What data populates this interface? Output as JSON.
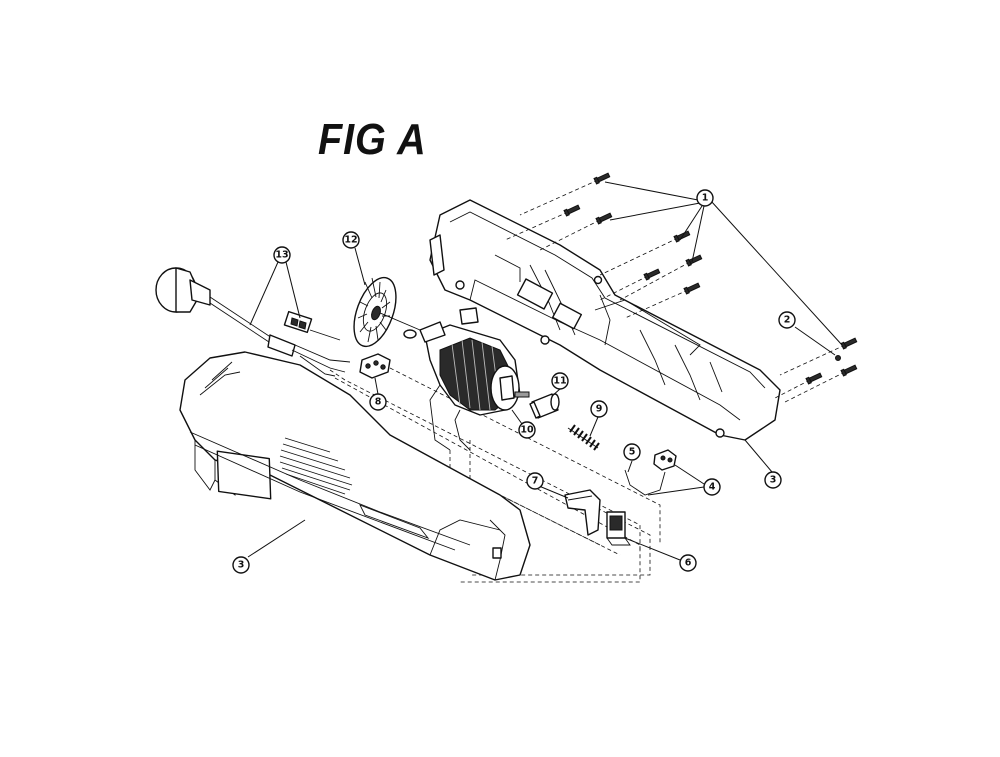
{
  "figure": {
    "title": "FIG A"
  },
  "callouts": [
    {
      "id": "c1",
      "label": "1"
    },
    {
      "id": "c2",
      "label": "2"
    },
    {
      "id": "c3a",
      "label": "3"
    },
    {
      "id": "c3b",
      "label": "3"
    },
    {
      "id": "c4",
      "label": "4"
    },
    {
      "id": "c5",
      "label": "5"
    },
    {
      "id": "c6",
      "label": "6"
    },
    {
      "id": "c7",
      "label": "7"
    },
    {
      "id": "c8",
      "label": "8"
    },
    {
      "id": "c9",
      "label": "9"
    },
    {
      "id": "c10",
      "label": "10"
    },
    {
      "id": "c11",
      "label": "11"
    },
    {
      "id": "c12",
      "label": "12"
    },
    {
      "id": "c13",
      "label": "13"
    }
  ],
  "colors": {
    "ink": "#111111",
    "paper": "#ffffff",
    "armature": "#2a2a2a"
  }
}
